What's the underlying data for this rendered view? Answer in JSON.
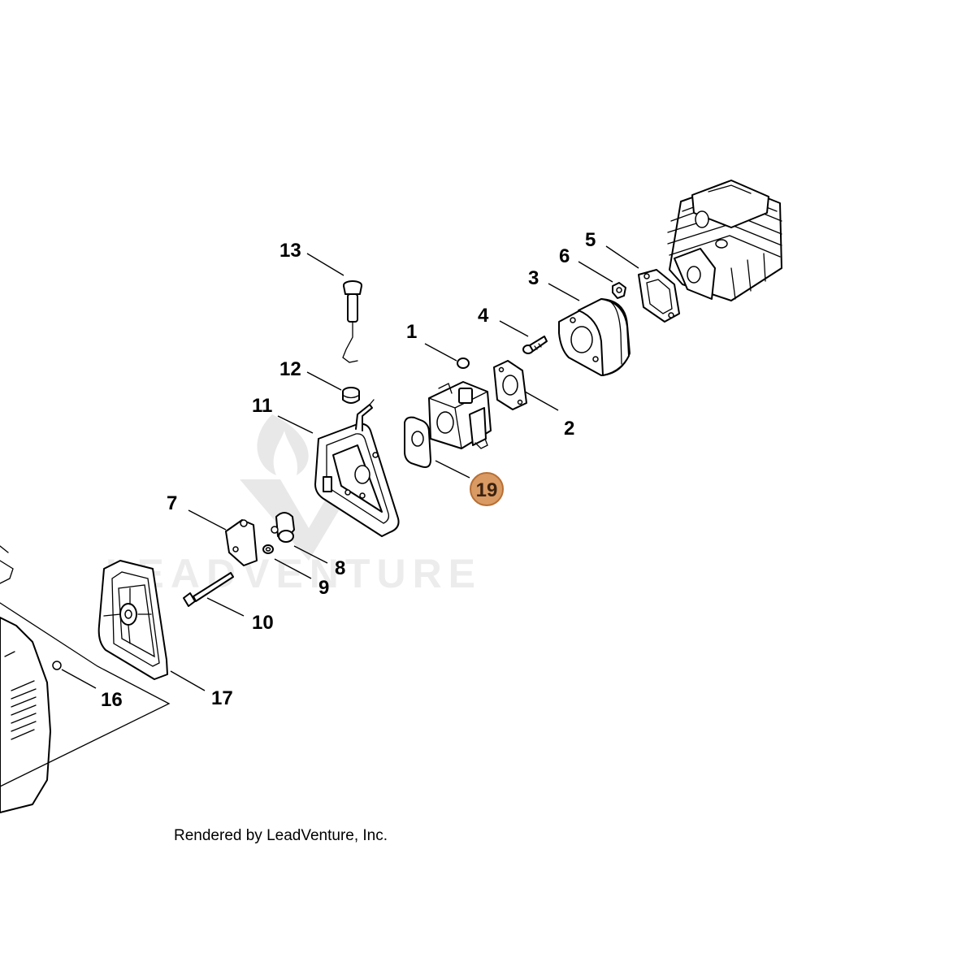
{
  "diagram": {
    "callouts": {
      "c1": "1",
      "c2": "2",
      "c3": "3",
      "c4": "4",
      "c5": "5",
      "c6": "6",
      "c7": "7",
      "c8": "8",
      "c9": "9",
      "c10": "10",
      "c11": "11",
      "c12": "12",
      "c13": "13",
      "c16": "16",
      "c17": "17"
    },
    "highlighted": {
      "label": "19",
      "color": "#d99a64"
    },
    "watermark": "LEADVENTURE",
    "footer": "Rendered by LeadVenture, Inc."
  }
}
